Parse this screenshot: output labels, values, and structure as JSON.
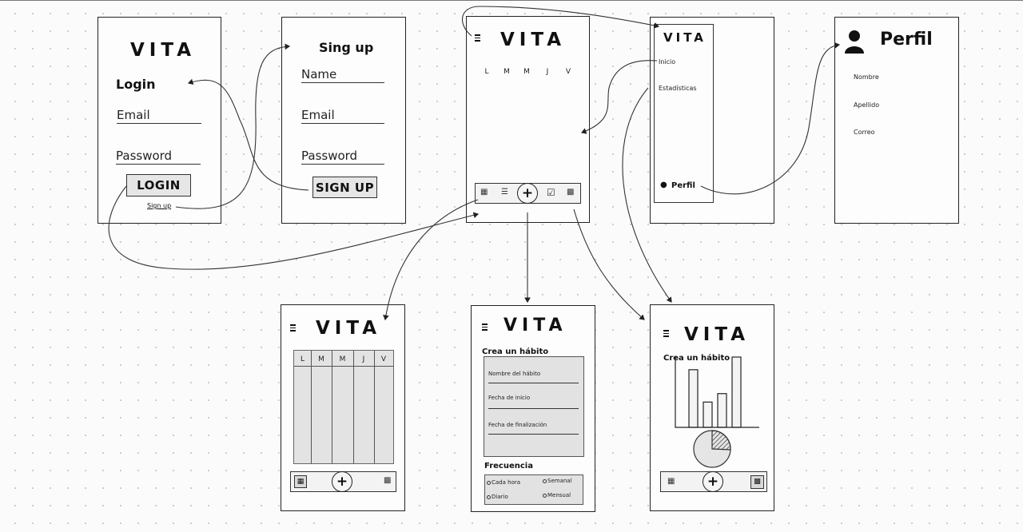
{
  "app_name": "VITA",
  "login": {
    "title": "Login",
    "email": "Email",
    "password": "Password",
    "button": "LOGIN",
    "signup_link": "Sign up"
  },
  "signup": {
    "title": "Sing up",
    "name": "Name",
    "email": "Email",
    "password": "Password",
    "button": "SIGN UP"
  },
  "home": {
    "days": [
      "L",
      "M",
      "M",
      "J",
      "V"
    ]
  },
  "drawer": {
    "items": [
      "Inicio",
      "Estadísticas"
    ],
    "profile": "Perfil"
  },
  "profile": {
    "title": "Perfil",
    "fields": [
      "Nombre",
      "Apellido",
      "Correo"
    ]
  },
  "calendar": {
    "days": [
      "L",
      "M",
      "M",
      "J",
      "V"
    ]
  },
  "create_habit": {
    "title": "Crea un hábito",
    "fields": [
      "Nombre del hábito",
      "Fecha de inicio",
      "Fecha de finalización"
    ],
    "frequency_title": "Frecuencia",
    "frequency_options": [
      "Cada hora",
      "Semanal",
      "Diario",
      "Mensual"
    ]
  },
  "stats": {
    "title": "Crea un hábito",
    "bar_fractions": [
      0.82,
      0.36,
      0.48,
      1.0
    ]
  },
  "icons": [
    "menu-icon",
    "calendar-icon",
    "list-icon",
    "plus-icon",
    "check-icon",
    "stats-icon",
    "user-icon"
  ]
}
